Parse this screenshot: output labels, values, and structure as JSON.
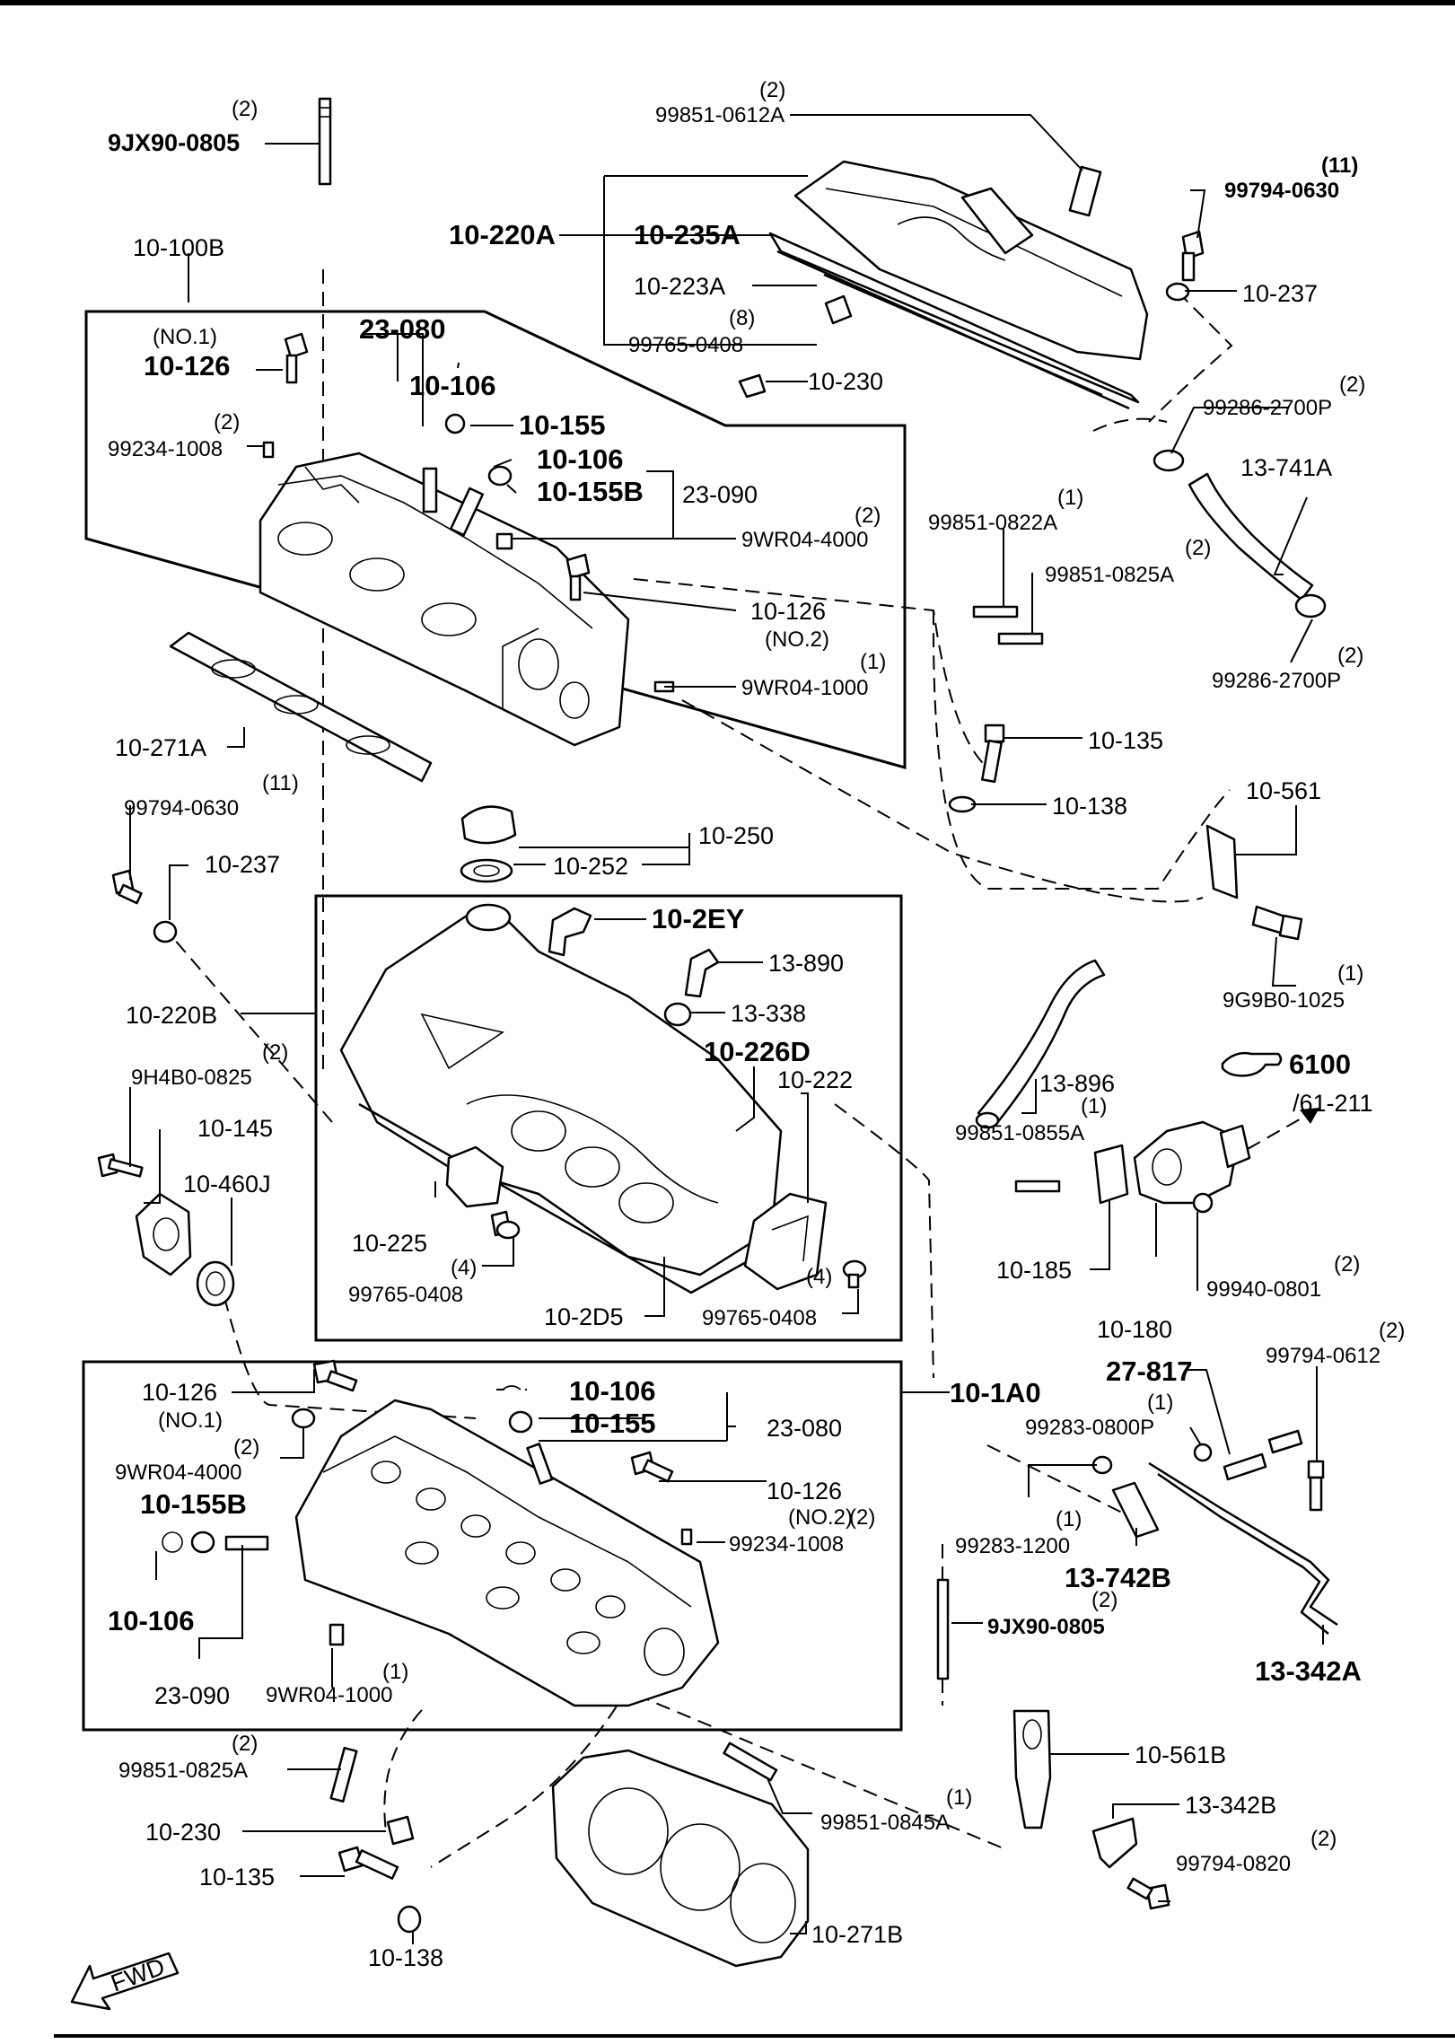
{
  "labels": {
    "stud_9jx90_top": "9JX90-0805",
    "stud_9jx90_top_qty": "(2)",
    "l_10_100b": "10-100B",
    "l_10_126_no1_top_num": "(NO.1)",
    "l_10_126_top": "10-126",
    "l_23_080_top": "23-080",
    "l_10_106_top": "10-106",
    "l_10_155_top": "10-155",
    "l_10_106_top2": "10-106",
    "l_10_155b_top": "10-155B",
    "l_23_090_top": "23-090",
    "l_99234_top_qty": "(2)",
    "l_99234_top": "99234-1008",
    "l_10_230_top": "10-230",
    "l_9wr04_4000_top_qty": "(2)",
    "l_9wr04_4000_top": "9WR04-4000",
    "l_10_126_no2_top": "10-126",
    "l_no2_top": "(NO.2)",
    "l_9wr04_1000_top_qty": "(1)",
    "l_9wr04_1000_top": "9WR04-1000",
    "l_10_271a": "10-271A",
    "l_99851_0612a_qty": "(2)",
    "l_99851_0612a": "99851-0612A",
    "l_10_220a": "10-220A",
    "l_10_235a": "10-235A",
    "l_10_223a": "10-223A",
    "l_99765_top_qty": "(8)",
    "l_99765_top": "99765-0408",
    "l_99794_0630_r_qty": "(11)",
    "l_99794_0630_r": "99794-0630",
    "l_10_237_r": "10-237",
    "l_99286_top_qty": "(2)",
    "l_99286_top": "99286-2700P",
    "l_13_741a": "13-741A",
    "l_99851_0822a_qty": "(1)",
    "l_99851_0822a": "99851-0822A",
    "l_99851_0825a_r_qty": "(2)",
    "l_99851_0825a_r": "99851-0825A",
    "l_99286_bot_qty": "(2)",
    "l_99286_bot": "99286-2700P",
    "l_10_135_r": "10-135",
    "l_10_138_r": "10-138",
    "l_10_561": "10-561",
    "l_9g9b0_qty": "(1)",
    "l_9g9b0": "9G9B0-1025",
    "l_99794_0630_l_qty": "(11)",
    "l_99794_0630_l": "99794-0630",
    "l_10_237_l": "10-237",
    "l_10_250": "10-250",
    "l_10_252": "10-252",
    "l_10_2ey": "10-2EY",
    "l_13_890": "13-890",
    "l_13_338": "13-338",
    "l_10_226d": "10-226D",
    "l_10_222": "10-222",
    "l_10_220b": "10-220B",
    "l_9h4b0_qty": "(2)",
    "l_9h4b0": "9H4B0-0825",
    "l_10_145": "10-145",
    "l_10_460j": "10-460J",
    "l_10_225": "10-225",
    "l_99765_mid_qty": "(4)",
    "l_99765_mid": "99765-0408",
    "l_10_2d5": "10-2D5",
    "l_99765_mid2_qty": "(4)",
    "l_99765_mid2": "99765-0408",
    "l_13_896": "13-896",
    "l_6100": "6100",
    "l_61_211": "/61-211",
    "l_99851_0855a_qty": "(1)",
    "l_99851_0855a": "99851-0855A",
    "l_10_185": "10-185",
    "l_10_180": "10-180",
    "l_99940_qty": "(2)",
    "l_99940": "99940-0801",
    "l_10_1a0": "10-1A0",
    "l_10_126_no1_bot": "10-126",
    "l_no1_bot": "(NO.1)",
    "l_9wr04_4000_bot_qty": "(2)",
    "l_9wr04_4000_bot": "9WR04-4000",
    "l_10_155b_bot": "10-155B",
    "l_10_106_bot_l": "10-106",
    "l_23_090_bot": "23-090",
    "l_10_106_bot": "10-106",
    "l_10_155_bot": "10-155",
    "l_23_080_bot": "23-080",
    "l_10_126_no2_bot": "10-126",
    "l_no2_bot": "(NO.2)",
    "l_no2_bot_qty": "(2)",
    "l_99234_bot": "99234-1008",
    "l_9wr04_1000_bot_qty": "(1)",
    "l_9wr04_1000_bot": "9WR04-1000",
    "l_27_817": "27-817",
    "l_99283_0800p_qty": "(1)",
    "l_99283_0800p": "99283-0800P",
    "l_99794_0612_qty": "(2)",
    "l_99794_0612": "99794-0612",
    "l_99283_1200_qty": "(1)",
    "l_99283_1200": "99283-1200",
    "l_13_742b": "13-742B",
    "l_9jx90_bot_qty": "(2)",
    "l_9jx90_bot": "9JX90-0805",
    "l_13_342a": "13-342A",
    "l_99851_0825a_bot_qty": "(2)",
    "l_99851_0825a_bot": "99851-0825A",
    "l_10_561b": "10-561B",
    "l_13_342b": "13-342B",
    "l_99851_0845a_qty": "(1)",
    "l_99851_0845a": "99851-0845A",
    "l_99794_0820_qty": "(2)",
    "l_99794_0820": "99794-0820",
    "l_10_230_bot": "10-230",
    "l_10_135_bot": "10-135",
    "l_10_138_bot": "10-138",
    "l_10_271b": "10-271B",
    "fwd": "FWD"
  }
}
